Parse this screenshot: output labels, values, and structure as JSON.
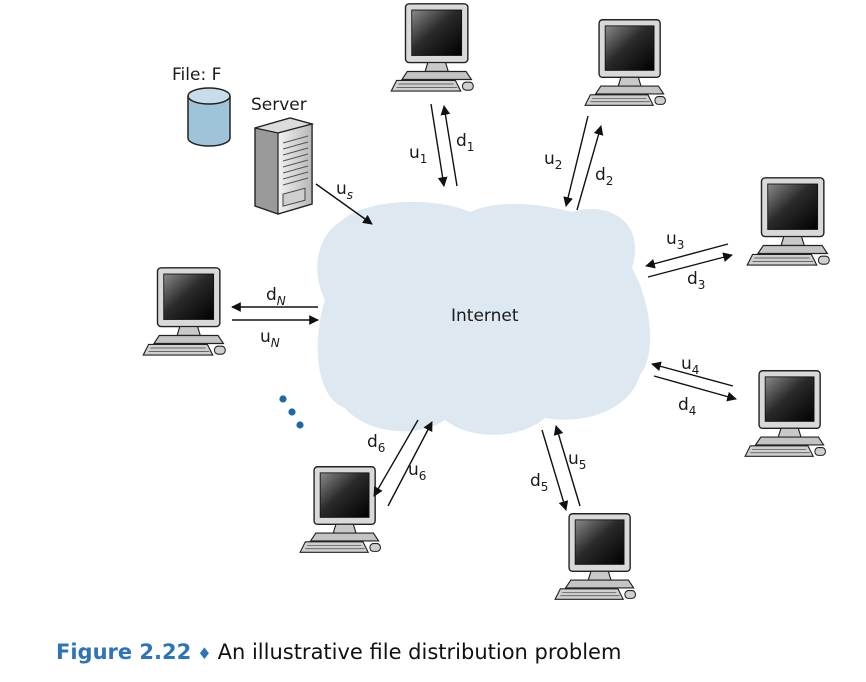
{
  "file_label": "File: F",
  "server_label": "Server",
  "cloud_label": "Internet",
  "links": {
    "us": {
      "base": "u",
      "sub": "s"
    },
    "u1": {
      "base": "u",
      "sub": "1"
    },
    "d1": {
      "base": "d",
      "sub": "1"
    },
    "u2": {
      "base": "u",
      "sub": "2"
    },
    "d2": {
      "base": "d",
      "sub": "2"
    },
    "u3": {
      "base": "u",
      "sub": "3"
    },
    "d3": {
      "base": "d",
      "sub": "3"
    },
    "u4": {
      "base": "u",
      "sub": "4"
    },
    "d4": {
      "base": "d",
      "sub": "4"
    },
    "u5": {
      "base": "u",
      "sub": "5"
    },
    "d5": {
      "base": "d",
      "sub": "5"
    },
    "u6": {
      "base": "u",
      "sub": "6"
    },
    "d6": {
      "base": "d",
      "sub": "6"
    },
    "uN": {
      "base": "u",
      "sub": "N"
    },
    "dN": {
      "base": "d",
      "sub": "N"
    }
  },
  "caption": {
    "number": "Figure 2.22",
    "separator": "♦",
    "text": "An illustrative file distribution problem"
  },
  "colors": {
    "cloud": "#dde8f0",
    "cylinder": "#9fc3d8",
    "dots": "#1f6aa6",
    "accent": "#2f74b8"
  }
}
